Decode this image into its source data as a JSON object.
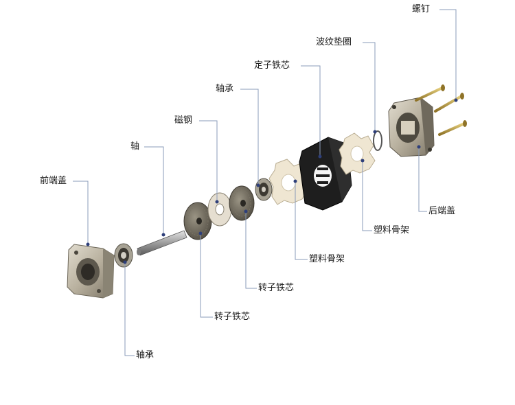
{
  "diagram": {
    "labels": {
      "front_cover": "前端盖",
      "shaft": "轴",
      "magnet_steel": "磁钢",
      "bearing_top": "轴承",
      "stator_core": "定子铁芯",
      "wave_washer": "波纹垫圈",
      "screw": "螺钉",
      "rear_cover": "后端盖",
      "plastic_frame_right": "塑料骨架",
      "plastic_frame_mid": "塑料骨架",
      "rotor_core_upper": "转子铁芯",
      "rotor_core_lower": "转子铁芯",
      "bearing_bottom": "轴承"
    },
    "colors": {
      "leader_line": "#8a9bb8",
      "leader_dot": "#2e3f7a",
      "metal_light": "#c9c2b2",
      "metal_dark": "#6f695c",
      "stator": "#1f1f1f",
      "plastic": "#efe6d2",
      "brass": "#c9a94a"
    }
  }
}
